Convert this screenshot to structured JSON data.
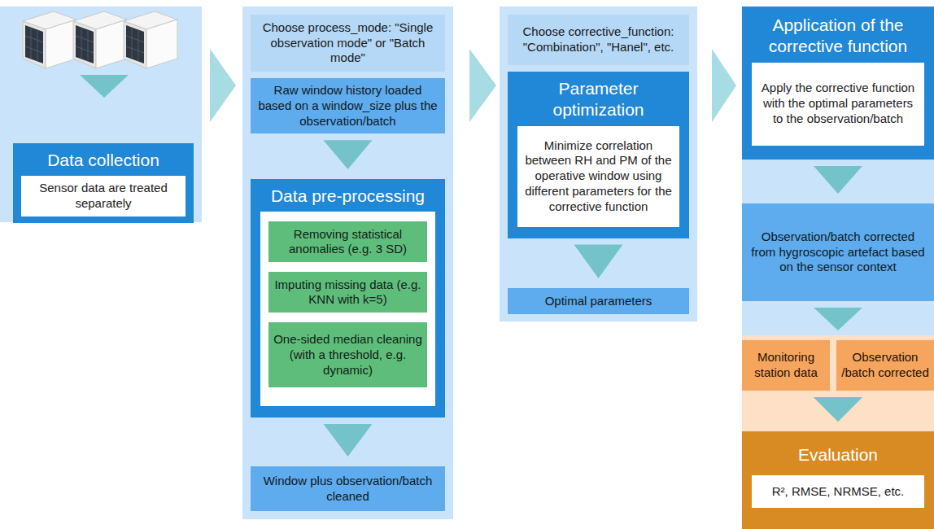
{
  "diagram": {
    "nodes": [
      {
        "text": [
          "Data collection"
        ]
      },
      {
        "text": [
          "Sensor data are treated separately"
        ],
        "in": 0
      },
      {
        "text": [
          "Choose process_mode: \"Single observation mode\" or \"Batch mode\""
        ]
      },
      {
        "text": [
          "Raw window history loaded based on a window_size plus the observation/batch"
        ]
      },
      {
        "text": [
          "Data pre-processing"
        ]
      },
      {
        "text": [
          "Removing statistical anomalies (e.g. 3 SD)"
        ],
        "in": 4
      },
      {
        "text": [
          "Imputing missing data (e.g. KNN with k=5)"
        ],
        "in": 4
      },
      {
        "text": [
          "One-sided median cleaning (with a threshold, e.g. dynamic)"
        ],
        "in": 4
      },
      {
        "text": [
          "Window plus observation/batch cleaned"
        ]
      },
      {
        "text": [
          "Choose corrective_function: \"Combination\", \"Hanel\", etc."
        ]
      },
      {
        "text": [
          "Parameter optimization"
        ]
      },
      {
        "text": [
          "Minimize correlation between RH and PM of the operative window using different parameters for the corrective function"
        ],
        "in": 10
      },
      {
        "text": [
          "Optimal parameters"
        ]
      },
      {
        "text": [
          "Application of the corrective function"
        ]
      },
      {
        "text": [
          "Apply the corrective function with the optimal parameters to the observation/batch"
        ],
        "in": 13
      },
      {
        "text": [
          "Observation/batch corrected from hygroscopic artefact based on the sensor context"
        ]
      },
      {
        "text": [
          "Monitoring station data"
        ]
      },
      {
        "text": [
          "Observation /batch corrected"
        ]
      },
      {
        "text": [
          "Evaluation"
        ]
      },
      {
        "text": [
          "R², RMSE, NRMSE, etc."
        ],
        "in": 18
      }
    ],
    "edges": [
      {
        "from": 0,
        "to": 2,
        "arrow": "to"
      },
      {
        "from": 3,
        "to": 4,
        "arrow": "to"
      },
      {
        "from": 4,
        "to": 8,
        "arrow": "to"
      },
      {
        "from": 8,
        "to": 9,
        "arrow": "to"
      },
      {
        "from": 10,
        "to": 12,
        "arrow": "to"
      },
      {
        "from": 12,
        "to": 13,
        "arrow": "to"
      },
      {
        "from": 13,
        "to": 15,
        "arrow": "to"
      },
      {
        "from": 15,
        "to": 17,
        "arrow": "to"
      },
      {
        "from": 16,
        "to": 18,
        "arrow": "to"
      },
      {
        "from": 17,
        "to": 18,
        "arrow": "to"
      }
    ]
  }
}
